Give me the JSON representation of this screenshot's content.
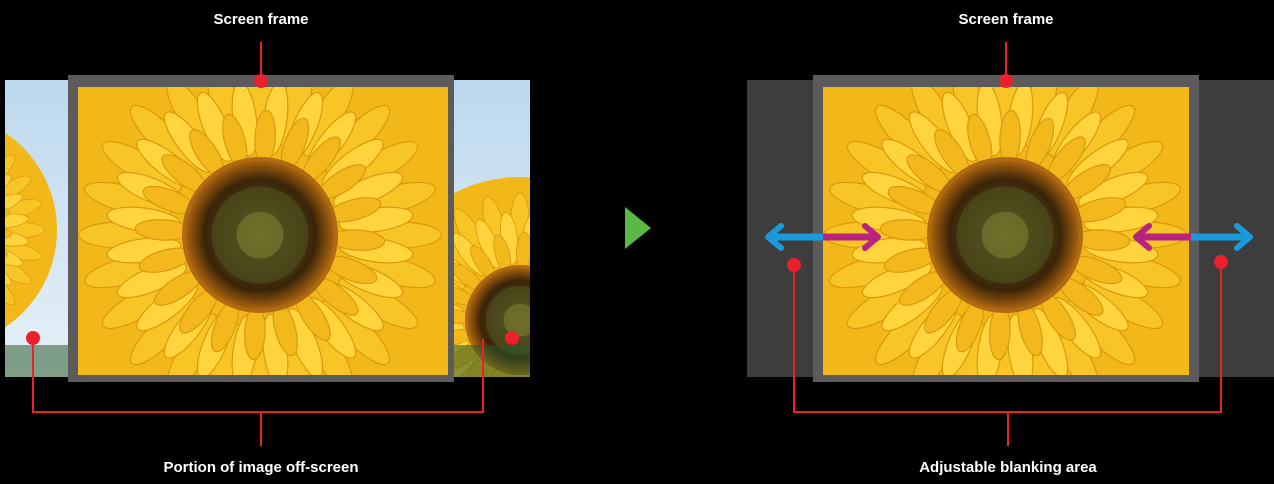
{
  "colors": {
    "background": "#000000",
    "frame": "#5b5b5b",
    "blanking": "#3e3d3e",
    "callout": "#e8212b",
    "arrow_outer": "#1a9ad8",
    "arrow_inner": "#b8237e",
    "transition_arrow": "#5cb844",
    "sky": "#cfe3f1"
  },
  "left_panel": {
    "top_label": "Screen frame",
    "bottom_label": "Portion of image off-screen"
  },
  "right_panel": {
    "top_label": "Screen frame",
    "bottom_label": "Adjustable blanking area"
  },
  "transition_icon": "play-triangle-icon",
  "image_subject": "sunflower"
}
